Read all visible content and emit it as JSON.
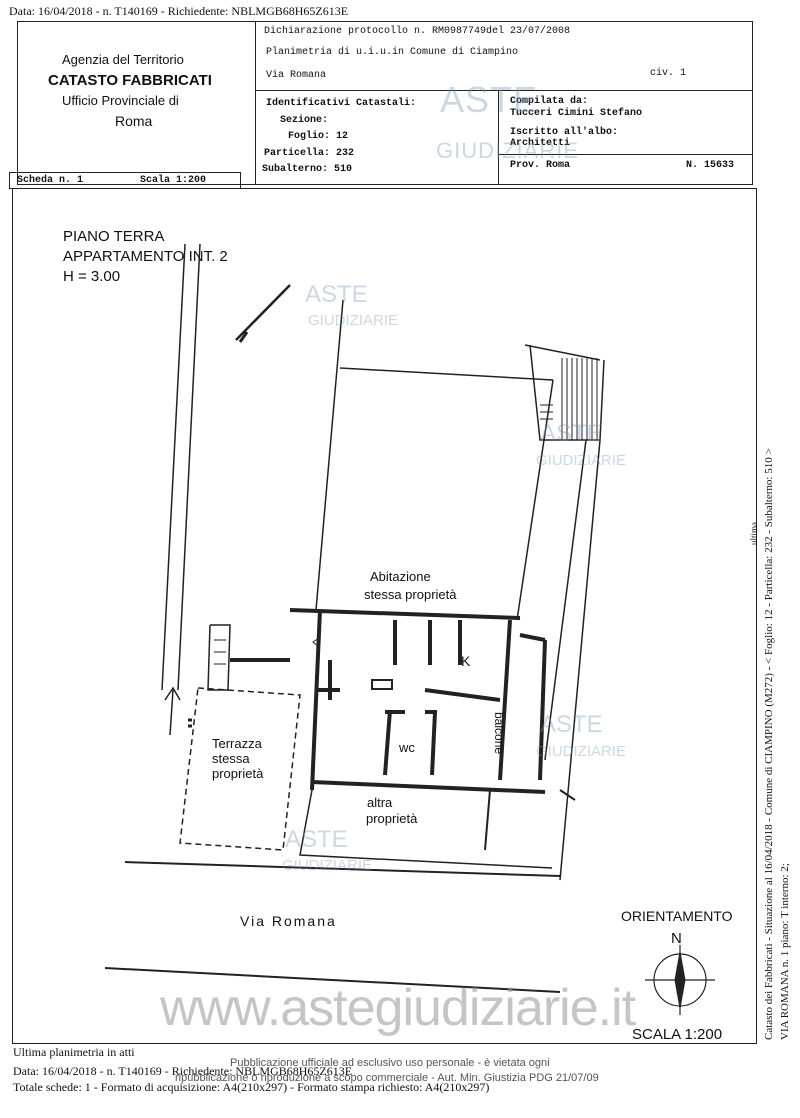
{
  "header": {
    "top_line": "Data: 16/04/2018 - n. T140169 - Richiedente: NBLMGB68H65Z613E"
  },
  "agency": {
    "line1": "Agenzia del Territorio",
    "line2": "CATASTO FABBRICATI",
    "line3": "Ufficio Provinciale di",
    "line4": "Roma"
  },
  "declaration": {
    "protocol": "Dichiarazione protocollo n. RM0987749del   23/07/2008",
    "planimetry": "Planimetria di u.i.u.in Comune di Ciampino",
    "street": "Via Romana",
    "civ": "civ. 1"
  },
  "identifiers": {
    "title": "Identificativi Catastali:",
    "sezione": "Sezione:",
    "foglio": "Foglio: 12",
    "particella": "Particella: 232",
    "subalterno": "Subalterno: 510"
  },
  "compiler": {
    "compiled_by_label": "Compilata da:",
    "compiled_by": "Tucceri Cimini Stefano",
    "registered_label": "Iscritto all'albo:",
    "registered": "Architetti",
    "prov": "Prov. Roma",
    "number": "N. 15633"
  },
  "scheda": {
    "scheda": "Scheda n. 1",
    "scala": "Scala 1:200"
  },
  "plan": {
    "title1": "PIANO TERRA",
    "title2": "APPARTAMENTO INT. 2",
    "height": "H = 3.00",
    "abitazione1": "Abitazione",
    "abitazione2": "stessa proprietà",
    "k": "K",
    "balcone": "balcone",
    "wc": "wc",
    "terrazza1": "Terrazza",
    "terrazza2": "stessa",
    "terrazza3": "proprietà",
    "altra1": "altra",
    "altra2": "proprietà",
    "via": "Via Romana",
    "orientamento": "ORIENTAMENTO",
    "north": "N",
    "scala": "SCALA 1:200"
  },
  "watermarks": {
    "aste": "ASTE",
    "giudiziarie": "GIUDIZIARIE",
    "url": "www.astegiudiziarie.it"
  },
  "footer": {
    "ultima": "Ultima planimetria in atti",
    "data_line": "Data: 16/04/2018 - n. T140169 - Richiedente: NBLMGB68H65Z613E",
    "totale": "Totale schede: 1 - Formato di acquisizione: A4(210x297) - Formato stampa richiesto: A4(210x297)",
    "pubblicazione1": "Pubblicazione ufficiale ad esclusivo uso personale - è vietata ogni",
    "pubblicazione2": "ripubblicazione o riproduzione a scopo commerciale - Aut. Min. Giustizia PDG 21/07/09"
  },
  "side": {
    "line1": "Catasto dei Fabbricati - Situazione al 16/04/2018 - Comune di CIAMPINO (M272) - < Foglio: 12 - Particella: 232 - Subalterno: 510 >",
    "line2": "VIA ROMANA n. 1 piano: T interno: 2;",
    "page": "ultima"
  }
}
